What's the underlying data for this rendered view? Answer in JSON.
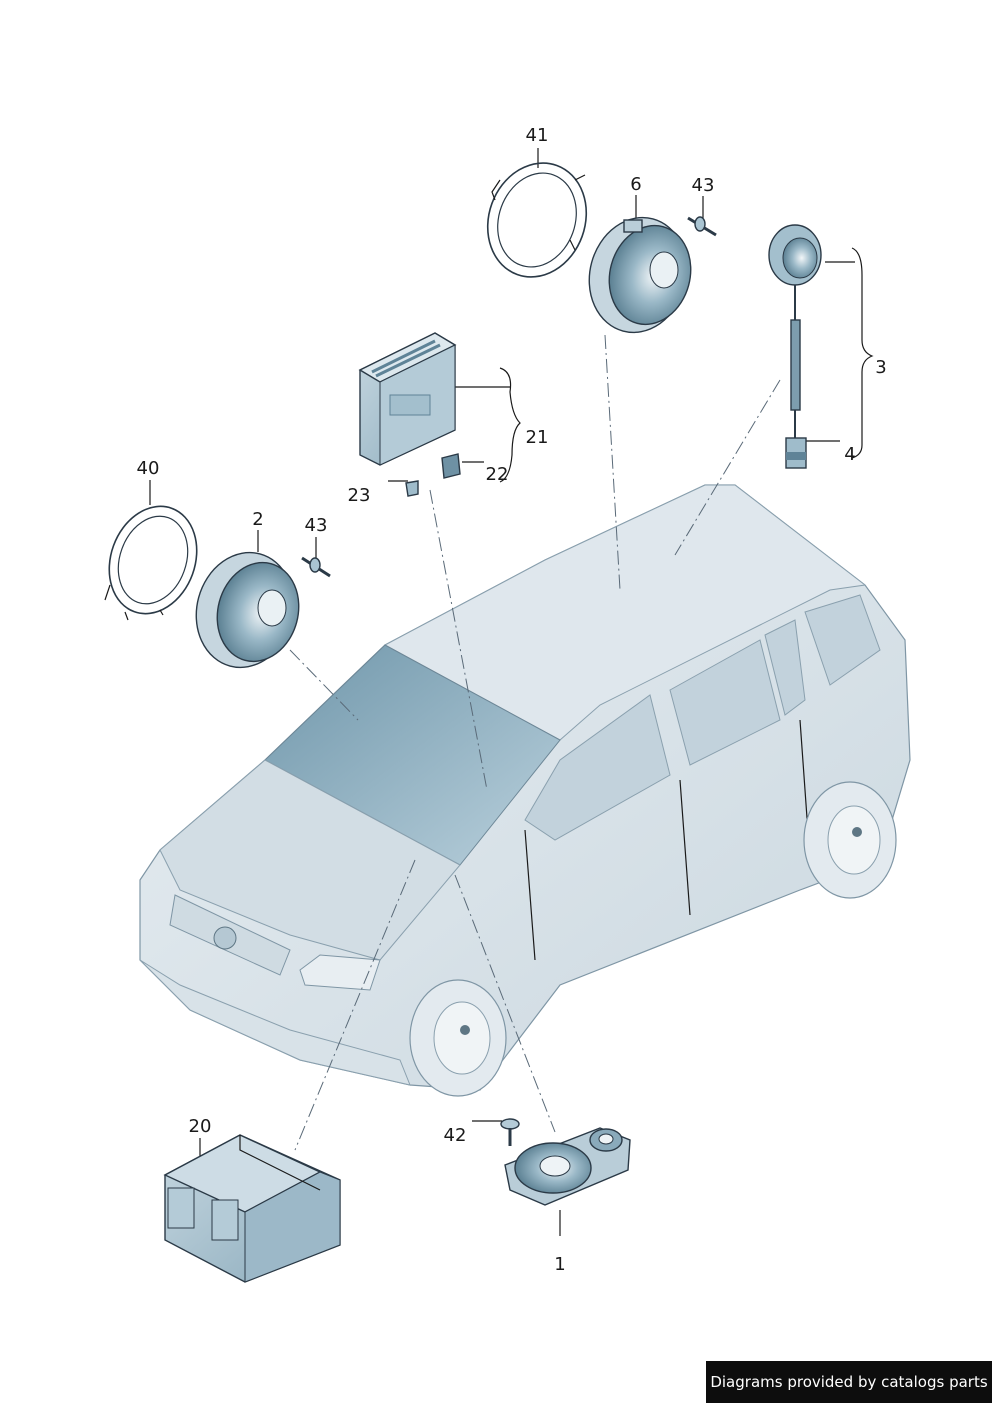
{
  "callouts": {
    "c41": "41",
    "c6": "6",
    "c43a": "43",
    "c3": "3",
    "c21": "21",
    "c4": "4",
    "c22": "22",
    "c23": "23",
    "c40": "40",
    "c2": "2",
    "c43b": "43",
    "c20": "20",
    "c42": "42",
    "c1": "1"
  },
  "footer": {
    "credit": "Diagrams provided by catalogs parts"
  },
  "colors": {
    "car_body": "#d6e0e7",
    "car_glass": "#8fb1c2",
    "part_fill": "#a9c4d2",
    "part_dark": "#5f8397",
    "outline": "#2b3a47"
  }
}
